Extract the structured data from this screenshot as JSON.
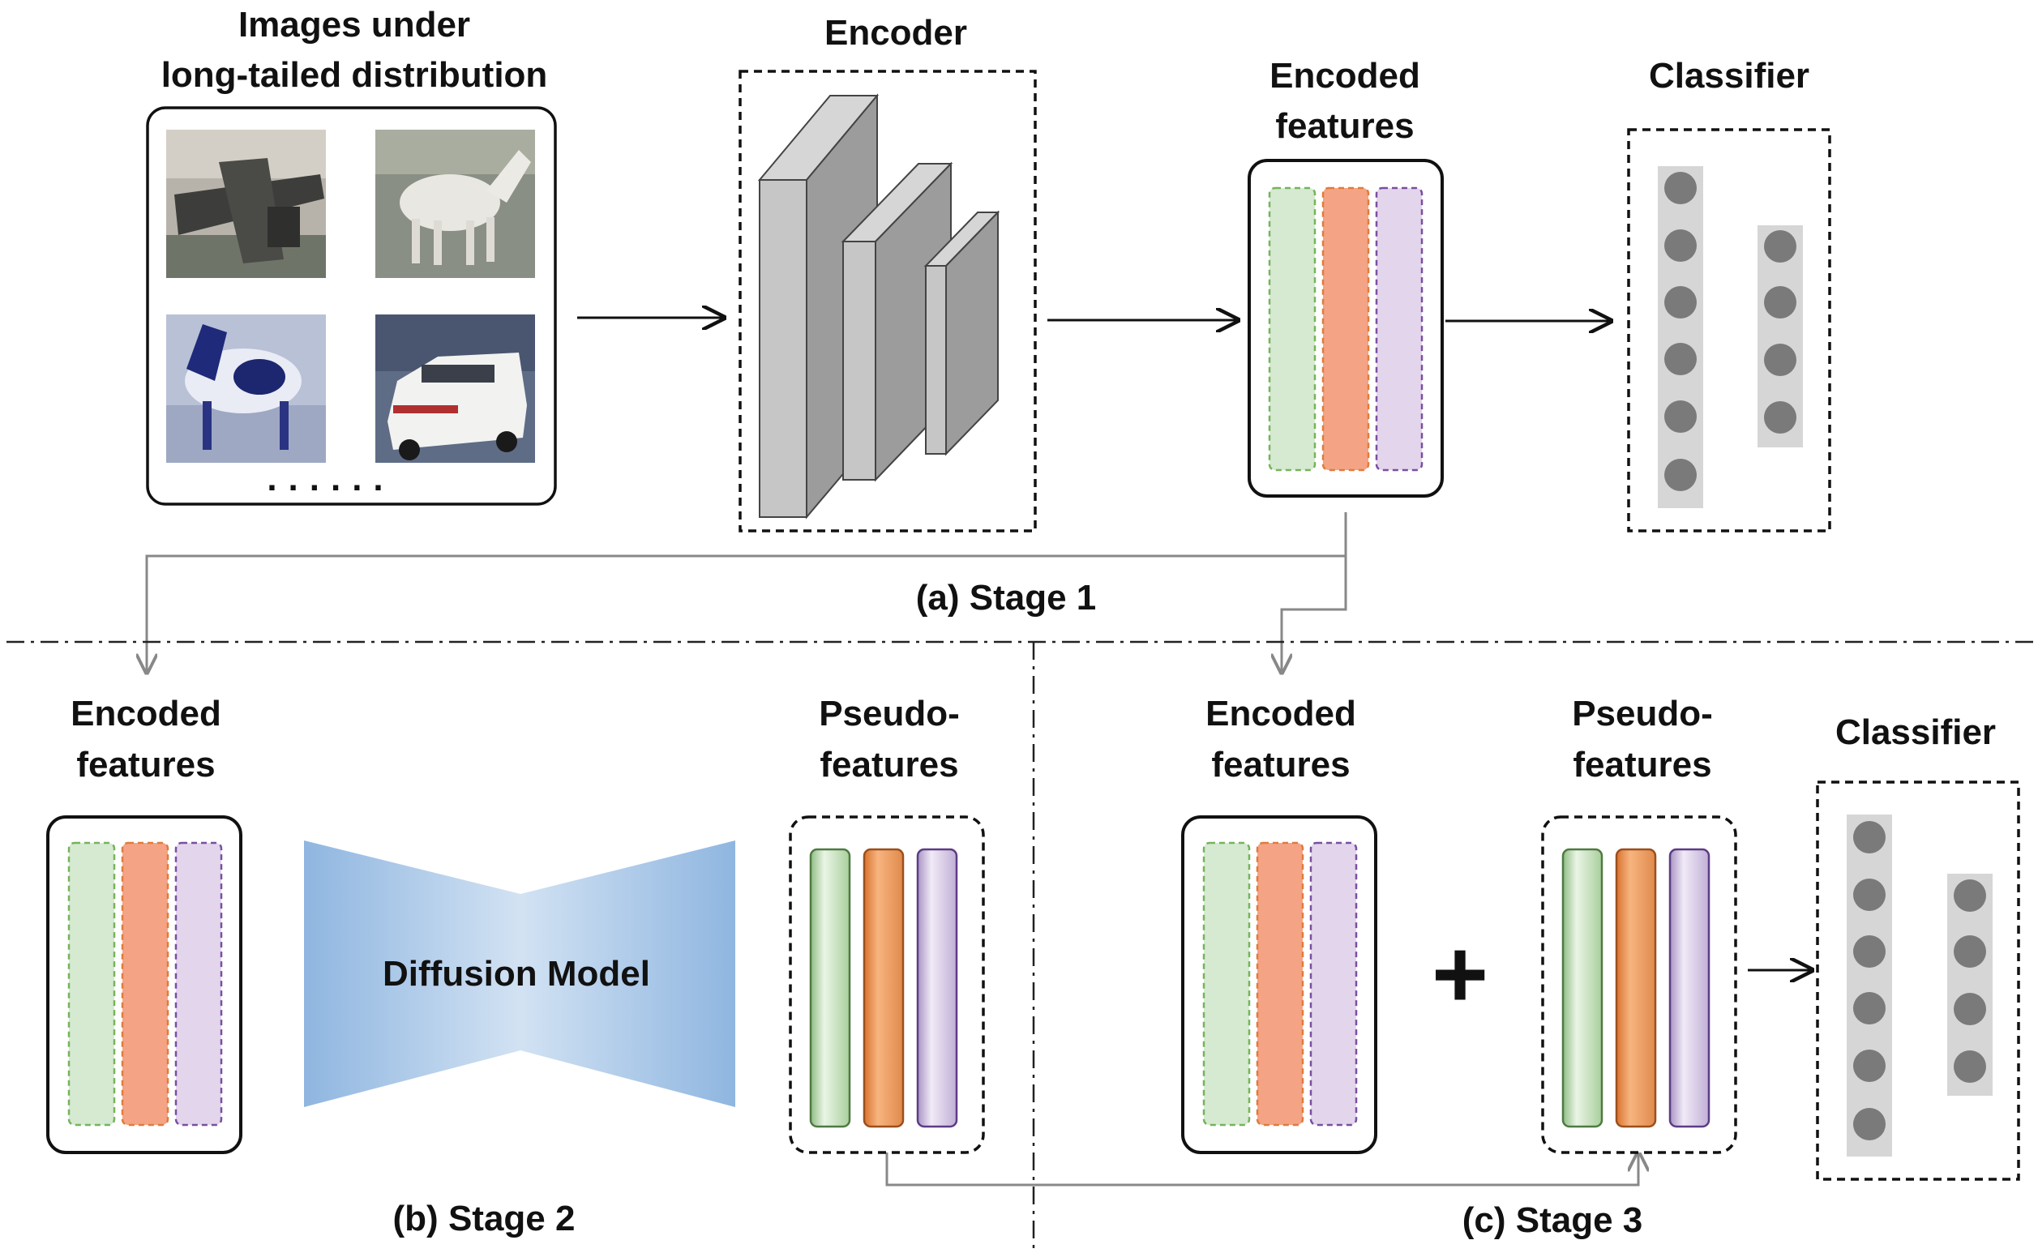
{
  "stage1": {
    "images_title_line1": "Images under",
    "images_title_line2": "long-tailed distribution",
    "images_ellipsis": "......",
    "images": [
      "airplane",
      "horse",
      "dog",
      "car"
    ],
    "encoder_title": "Encoder",
    "encoded_title_line1": "Encoded",
    "encoded_title_line2": "features",
    "classifier_title": "Classifier",
    "caption": "(a) Stage 1"
  },
  "stage2": {
    "encoded_title_line1": "Encoded",
    "encoded_title_line2": "features",
    "diffusion_label": "Diffusion Model",
    "pseudo_title_line1": "Pseudo-",
    "pseudo_title_line2": "features",
    "caption": "(b) Stage 2"
  },
  "stage3": {
    "encoded_title_line1": "Encoded",
    "encoded_title_line2": "features",
    "plus": "+",
    "pseudo_title_line1": "Pseudo-",
    "pseudo_title_line2": "features",
    "classifier_title": "Classifier",
    "caption": "(c) Stage 3"
  },
  "colors": {
    "feature_green": "#d6ead2",
    "feature_orange": "#f4a484",
    "feature_purple": "#e3d6ec",
    "green_border": "#76b35a",
    "orange_border": "#e07b3c",
    "purple_border": "#7a4fa0",
    "diffusion": "#8fb6e0",
    "neuron": "#7a7a7a",
    "neuron_column": "#d6d6d6",
    "arrow_gray": "#888888"
  }
}
